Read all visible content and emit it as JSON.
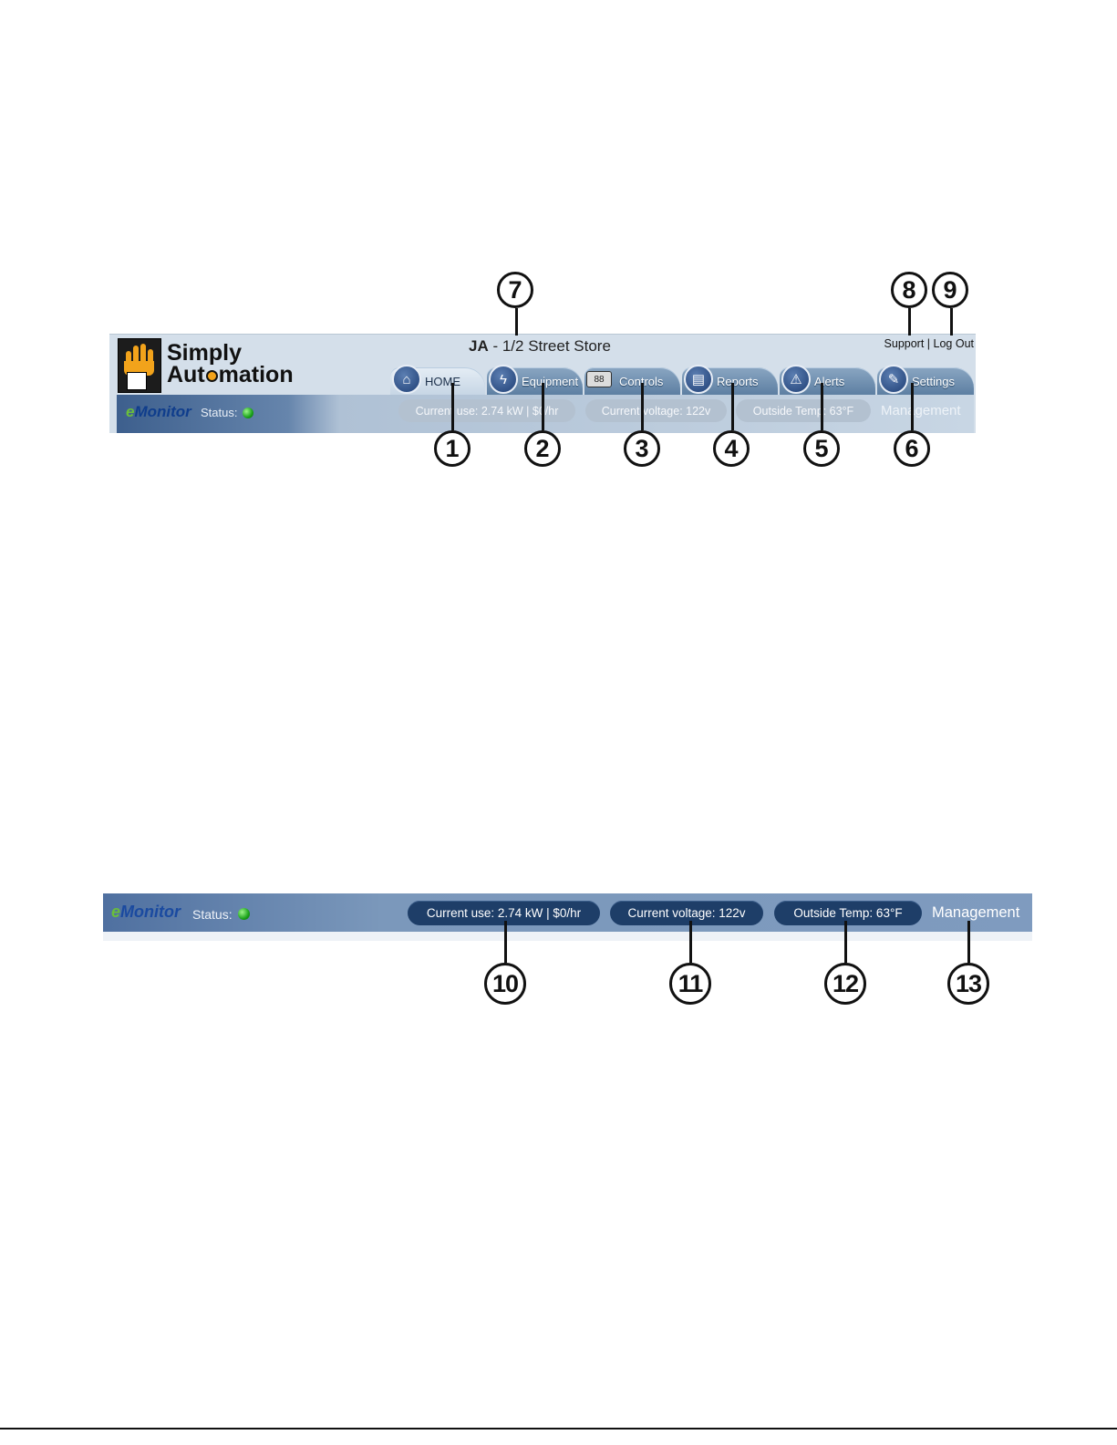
{
  "app": {
    "logo_line1": "Simply",
    "logo_line2_a": "Aut",
    "logo_line2_b": "mation",
    "store_prefix": "JA",
    "store_name": " - 1/2 Street Store"
  },
  "toplinks": {
    "support": "Support",
    "separator": " | ",
    "logout": "Log Out"
  },
  "tabs": [
    {
      "label": "HOME",
      "icon": "home-icon",
      "glyph": "⌂"
    },
    {
      "label": "Equipment",
      "icon": "lightning-icon",
      "glyph": "ϟ"
    },
    {
      "label": "Controls",
      "icon": "thermostat-icon",
      "glyph": "88"
    },
    {
      "label": "Reports",
      "icon": "document-icon",
      "glyph": "▤"
    },
    {
      "label": "Alerts",
      "icon": "warning-icon",
      "glyph": "⚠"
    },
    {
      "label": "Settings",
      "icon": "wrench-icon",
      "glyph": "✎"
    }
  ],
  "statusbar": {
    "brand_e": "e",
    "brand_rest": "Monitor",
    "status_label": "Status:",
    "status_color": "#1aa21a",
    "current_use": "Current use: 2.74 kW | $0/hr",
    "current_voltage": "Current voltage: 122v",
    "outside_temp": "Outside Temp: 63°F",
    "management": "Management"
  },
  "callouts": [
    "1",
    "2",
    "3",
    "4",
    "5",
    "6",
    "7",
    "8",
    "9",
    "10",
    "11",
    "12",
    "13"
  ]
}
